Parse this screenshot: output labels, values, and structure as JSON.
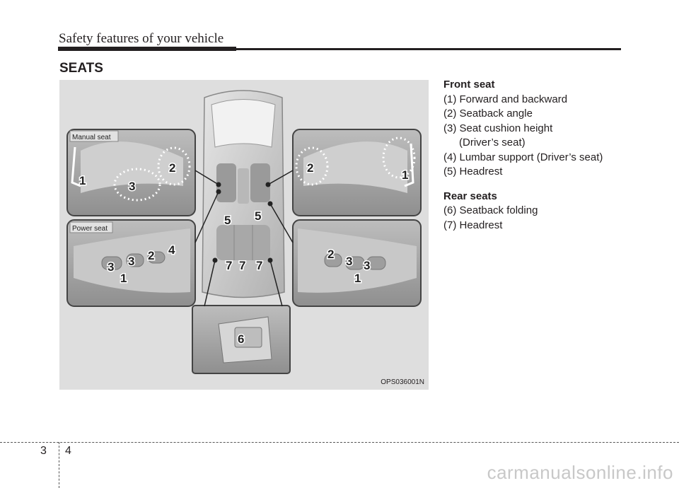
{
  "header": {
    "title": "Safety features of your vehicle"
  },
  "section": {
    "title": "SEATS"
  },
  "figure": {
    "code": "OPS036001N",
    "labels": {
      "manual_seat": "Manual seat",
      "power_seat": "Power seat"
    },
    "callouts": [
      "1",
      "2",
      "3",
      "4",
      "5",
      "6",
      "7"
    ]
  },
  "legend": {
    "front_heading": "Front seat",
    "front_items": [
      "(1) Forward and backward",
      "(2) Seatback angle",
      "(3) Seat cushion height",
      "(Driver’s seat)",
      "(4) Lumbar support (Driver’s seat)",
      "(5) Headrest"
    ],
    "rear_heading": "Rear seats",
    "rear_items": [
      "(6) Seatback folding",
      "(7) Headrest"
    ]
  },
  "footer": {
    "chapter": "3",
    "page": "4",
    "watermark": "carmanualsonline.info"
  }
}
